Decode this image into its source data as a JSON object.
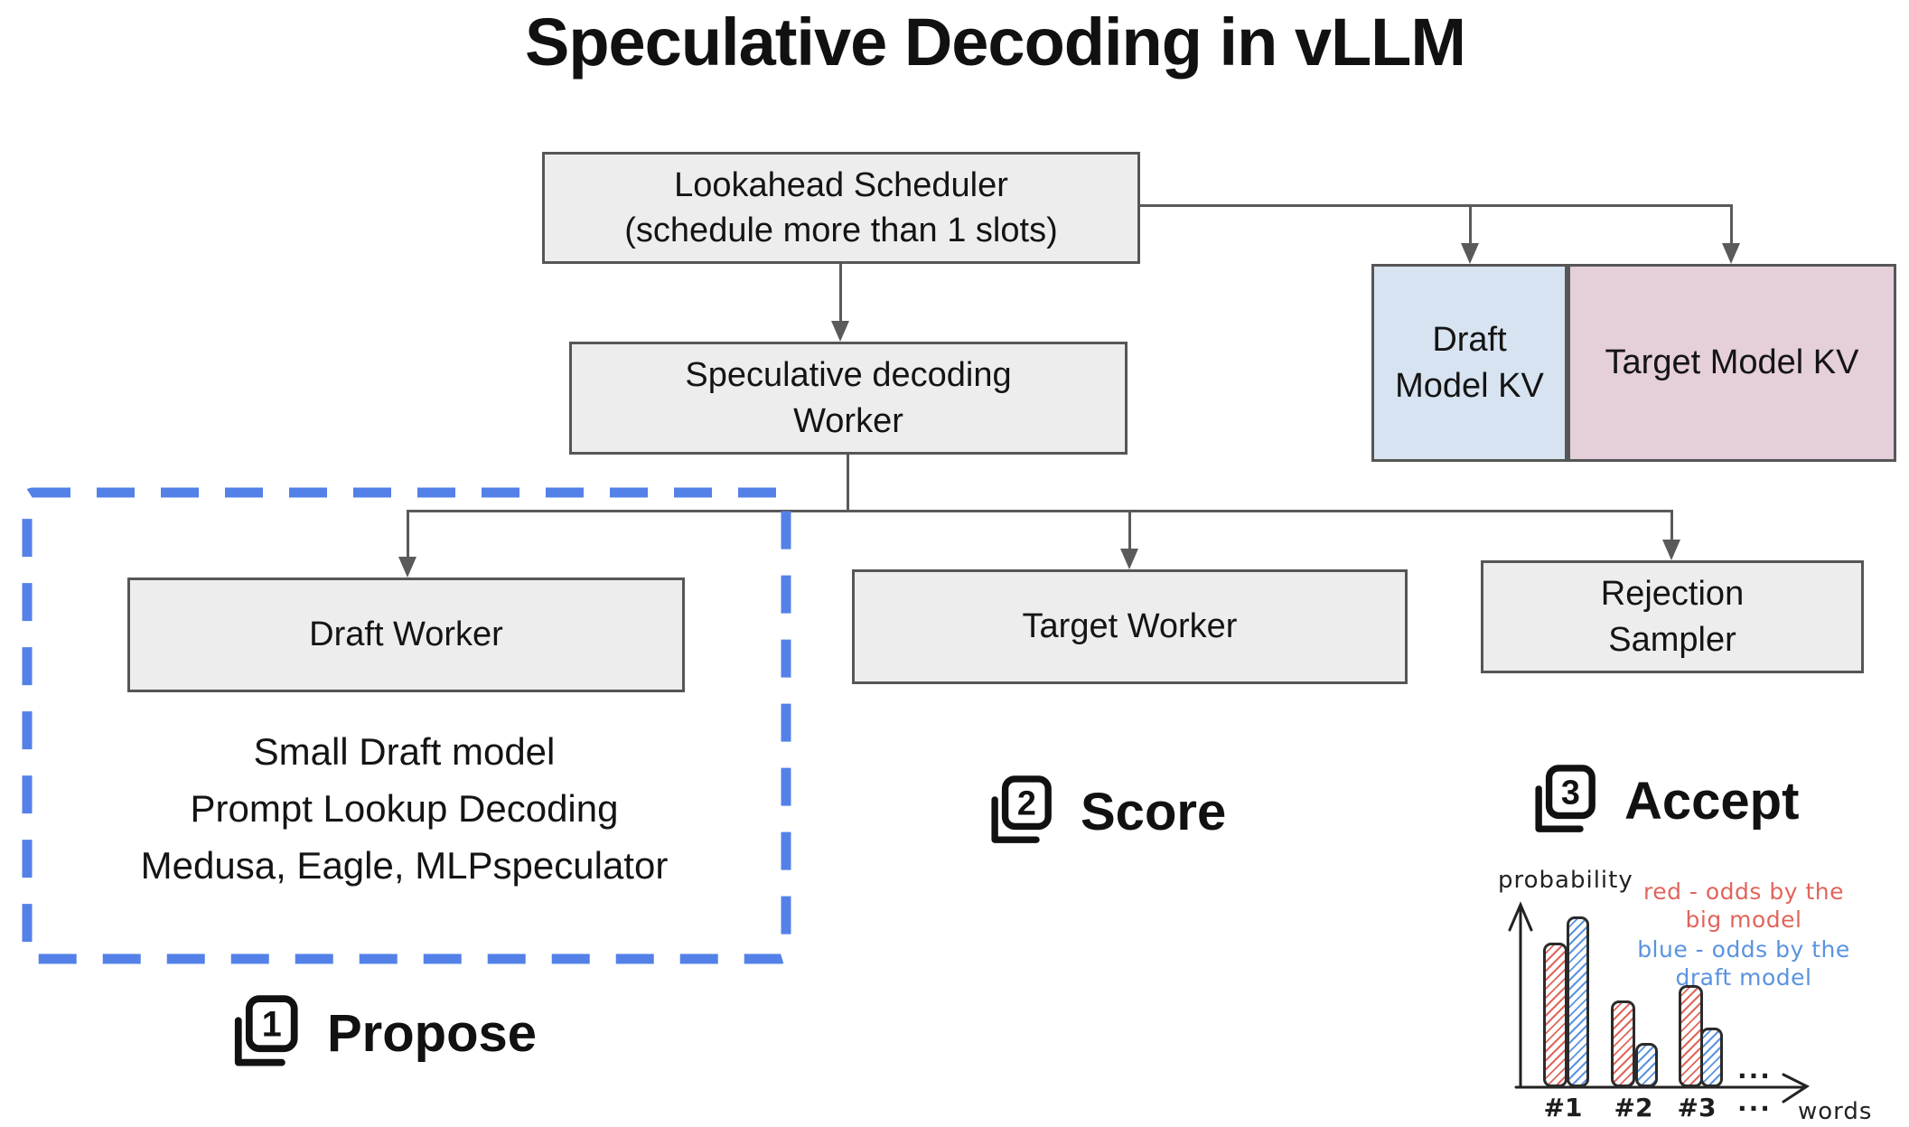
{
  "title": "Speculative Decoding in vLLM",
  "boxes": {
    "lookahead_scheduler": {
      "line1": "Lookahead Scheduler",
      "line2": "(schedule more than 1 slots)"
    },
    "spec_worker": {
      "line1": "Speculative decoding",
      "line2": "Worker"
    },
    "draft_model_kv": {
      "label": "Draft Model KV"
    },
    "target_model_kv": {
      "label": "Target Model KV"
    },
    "draft_worker": {
      "label": "Draft Worker"
    },
    "target_worker": {
      "label": "Target Worker"
    },
    "rejection_sampler": {
      "line1": "Rejection",
      "line2": "Sampler"
    }
  },
  "draft_methods": [
    "Small Draft model",
    "Prompt Lookup Decoding",
    "Medusa, Eagle, MLPspeculator"
  ],
  "steps": [
    {
      "num": "1",
      "label": "Propose"
    },
    {
      "num": "2",
      "label": "Score"
    },
    {
      "num": "3",
      "label": "Accept"
    }
  ],
  "colors": {
    "box_fill": "#ededed",
    "draft_kv_fill": "#d7e3f1",
    "target_kv_fill": "#e5cfda",
    "dashed_border": "#5381e8",
    "connector": "#5a5a5a",
    "red": "#e05c54",
    "blue": "#4a8ee0"
  },
  "chart_data": {
    "type": "bar",
    "title": "",
    "xlabel": "words",
    "ylabel": "probability",
    "categories": [
      "#1",
      "#2",
      "#3"
    ],
    "series": [
      {
        "name": "red - odds by the big model",
        "color": "#e0655c",
        "values": [
          0.78,
          0.47,
          0.55
        ]
      },
      {
        "name": "blue - odds by the draft model",
        "color": "#5a93e0",
        "values": [
          0.92,
          0.24,
          0.32
        ]
      }
    ],
    "ylim": [
      0,
      1
    ],
    "grid": false,
    "legend_position": "top-right",
    "ellipsis": "..."
  }
}
